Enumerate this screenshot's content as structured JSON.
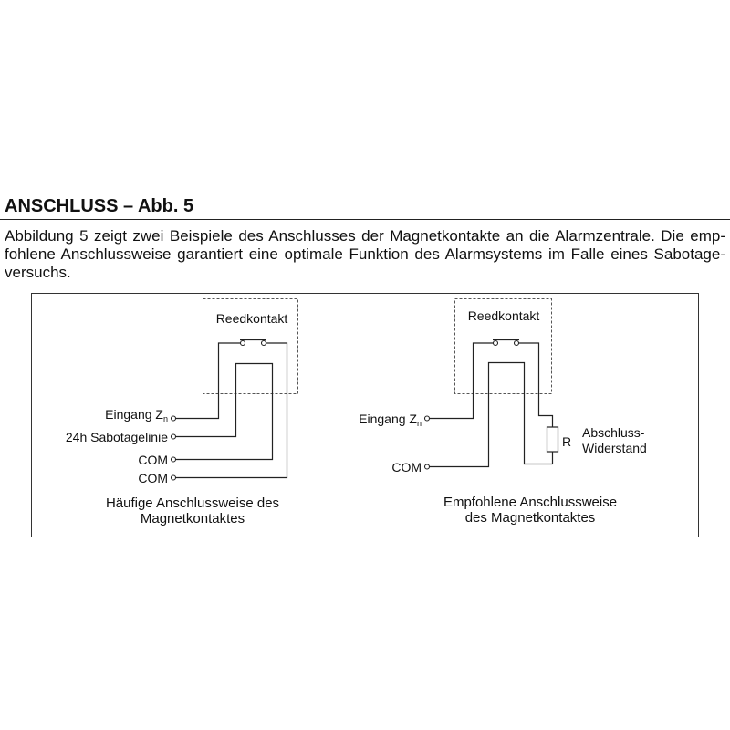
{
  "heading": "ANSCHLUSS – Abb. 5",
  "paragraph": {
    "lines": [
      "Abbildung 5 zeigt zwei Beispiele des Anschlusses der Magnetkontakte an die Alarmzentrale. Die emp-",
      "fohlene Anschlussweise garantiert eine optimale Funktion des Alarmsystems im Falle eines Sabotage-",
      "versuchs."
    ]
  },
  "diagram": {
    "left": {
      "reed_label": "Reedkontakt",
      "terminals": [
        {
          "label": "Eingang Z",
          "subscript": "n"
        },
        {
          "label": "24h Sabotagelinie"
        },
        {
          "label": "COM"
        },
        {
          "label": "COM"
        }
      ],
      "caption": [
        "Häufige Anschlussweise des",
        "Magnetkontaktes"
      ]
    },
    "right": {
      "reed_label": "Reedkontakt",
      "terminals": [
        {
          "label": "Eingang Z",
          "subscript": "n"
        },
        {
          "label": "COM"
        }
      ],
      "resistor": {
        "symbol": "R",
        "caption": [
          "Abschluss-",
          "Widerstand"
        ]
      },
      "caption": [
        "Empfohlene Anschlussweise",
        "des Magnetkontaktes"
      ]
    }
  }
}
